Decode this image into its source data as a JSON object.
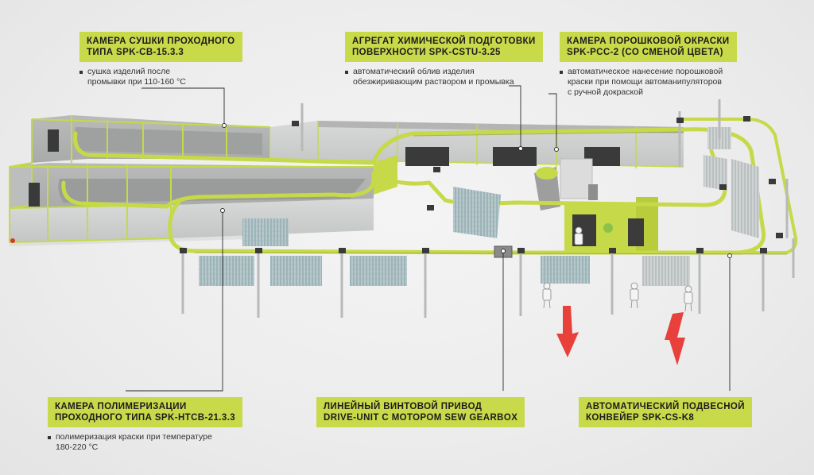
{
  "colors": {
    "accent": "#c8d94a",
    "conveyor": "#c6d948",
    "housing": "#cfd0d0",
    "arrow": "#e8413b"
  },
  "callouts": {
    "drying": {
      "title_lines": [
        "КАМЕРА СУШКИ ПРОХОДНОГО",
        "ТИПА SPK-CB-15.3.3"
      ],
      "desc_lines": [
        "сушка изделий после",
        "промывки при 110-160 °C"
      ]
    },
    "chem": {
      "title_lines": [
        "АГРЕГАТ ХИМИЧЕСКОЙ ПОДГОТОВКИ",
        "ПОВЕРХНОСТИ SPK-CSTU-3.25"
      ],
      "desc_lines": [
        "автоматический облив изделия",
        "обезжиривающим раствором и промывка"
      ]
    },
    "paint": {
      "title_lines": [
        "КАМЕРА ПОРОШКОВОЙ ОКРАСКИ",
        "SPK-PCC-2 (СО СМЕНОЙ ЦВЕТА)"
      ],
      "desc_lines": [
        "автоматическое нанесение порошковой",
        "краски при помощи автоманипуляторов",
        "с ручной докраской"
      ]
    },
    "polymer": {
      "title_lines": [
        "КАМЕРА ПОЛИМЕРИЗАЦИИ",
        "ПРОХОДНОГО ТИПА SPK-HTCB-21.3.3"
      ],
      "desc_lines": [
        "полимеризация краски при температуре",
        "180-220 °C"
      ]
    },
    "drive": {
      "title_lines": [
        "ЛИНЕЙНЫЙ ВИНТОВОЙ ПРИВОД",
        "DRIVE-UNIT С МОТОРОМ SEW GEARBOX"
      ],
      "desc_lines": []
    },
    "conveyor": {
      "title_lines": [
        "АВТОМАТИЧЕСКИЙ ПОДВЕСНОЙ",
        "КОНВЕЙЕР SPK-CS-K8"
      ],
      "desc_lines": []
    }
  }
}
